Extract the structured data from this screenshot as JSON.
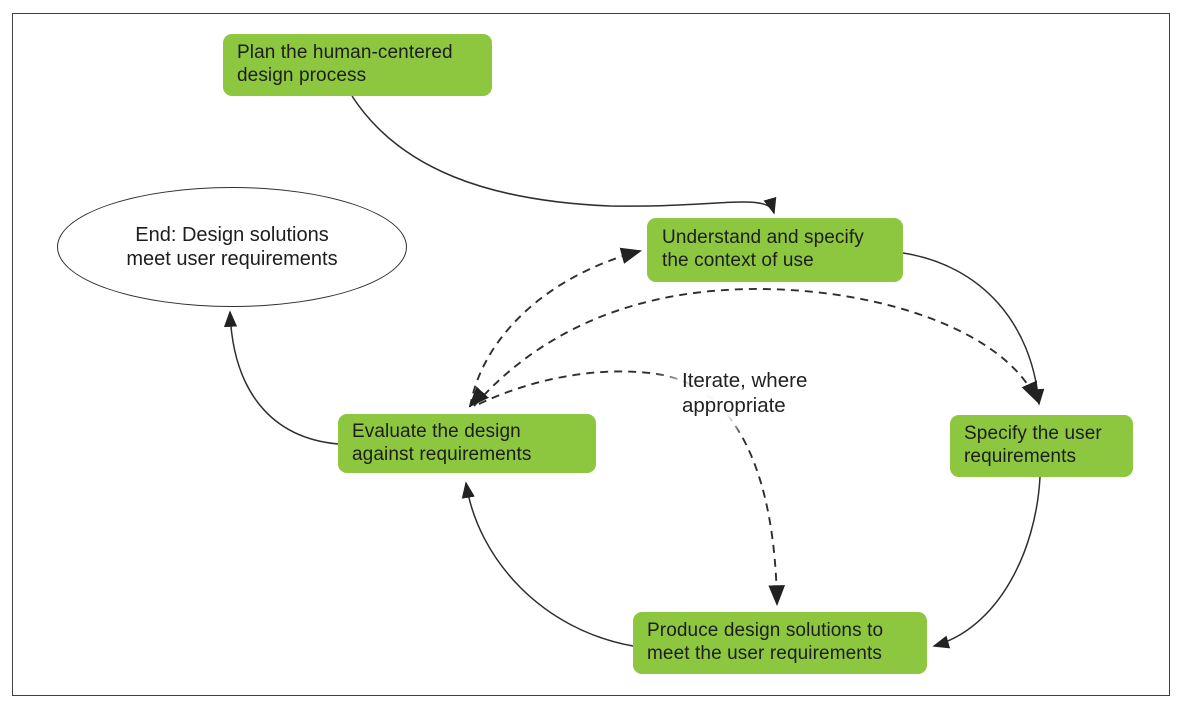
{
  "colors": {
    "node_fill": "#8dc63f",
    "node_text": "#1d1d1d",
    "line": "#2e2e2e",
    "frame_border": "#404040",
    "background": "#ffffff"
  },
  "nodes": {
    "plan": {
      "label": "Plan the human-centered design process"
    },
    "understand": {
      "label": "Understand and specify the context of use"
    },
    "specify": {
      "label": "Specify the user requirements"
    },
    "produce": {
      "label": "Produce design solutions to meet the user requirements"
    },
    "evaluate": {
      "label": "Evaluate the design against requirements"
    },
    "end": {
      "label": "End: Design solutions meet user requirements"
    }
  },
  "annotations": {
    "iterate": {
      "label": "Iterate, where appropriate"
    }
  },
  "edges": [
    {
      "from": "plan",
      "to": "understand",
      "style": "solid"
    },
    {
      "from": "understand",
      "to": "specify",
      "style": "solid"
    },
    {
      "from": "specify",
      "to": "produce",
      "style": "solid"
    },
    {
      "from": "produce",
      "to": "evaluate",
      "style": "solid"
    },
    {
      "from": "evaluate",
      "to": "end",
      "style": "solid"
    },
    {
      "from": "evaluate",
      "to": "understand",
      "style": "dashed"
    },
    {
      "from": "evaluate",
      "to": "specify",
      "style": "dashed"
    },
    {
      "from": "evaluate",
      "to": "produce",
      "style": "dashed"
    },
    {
      "from": "iteration-paths",
      "to": "evaluate",
      "style": "dashed"
    }
  ]
}
